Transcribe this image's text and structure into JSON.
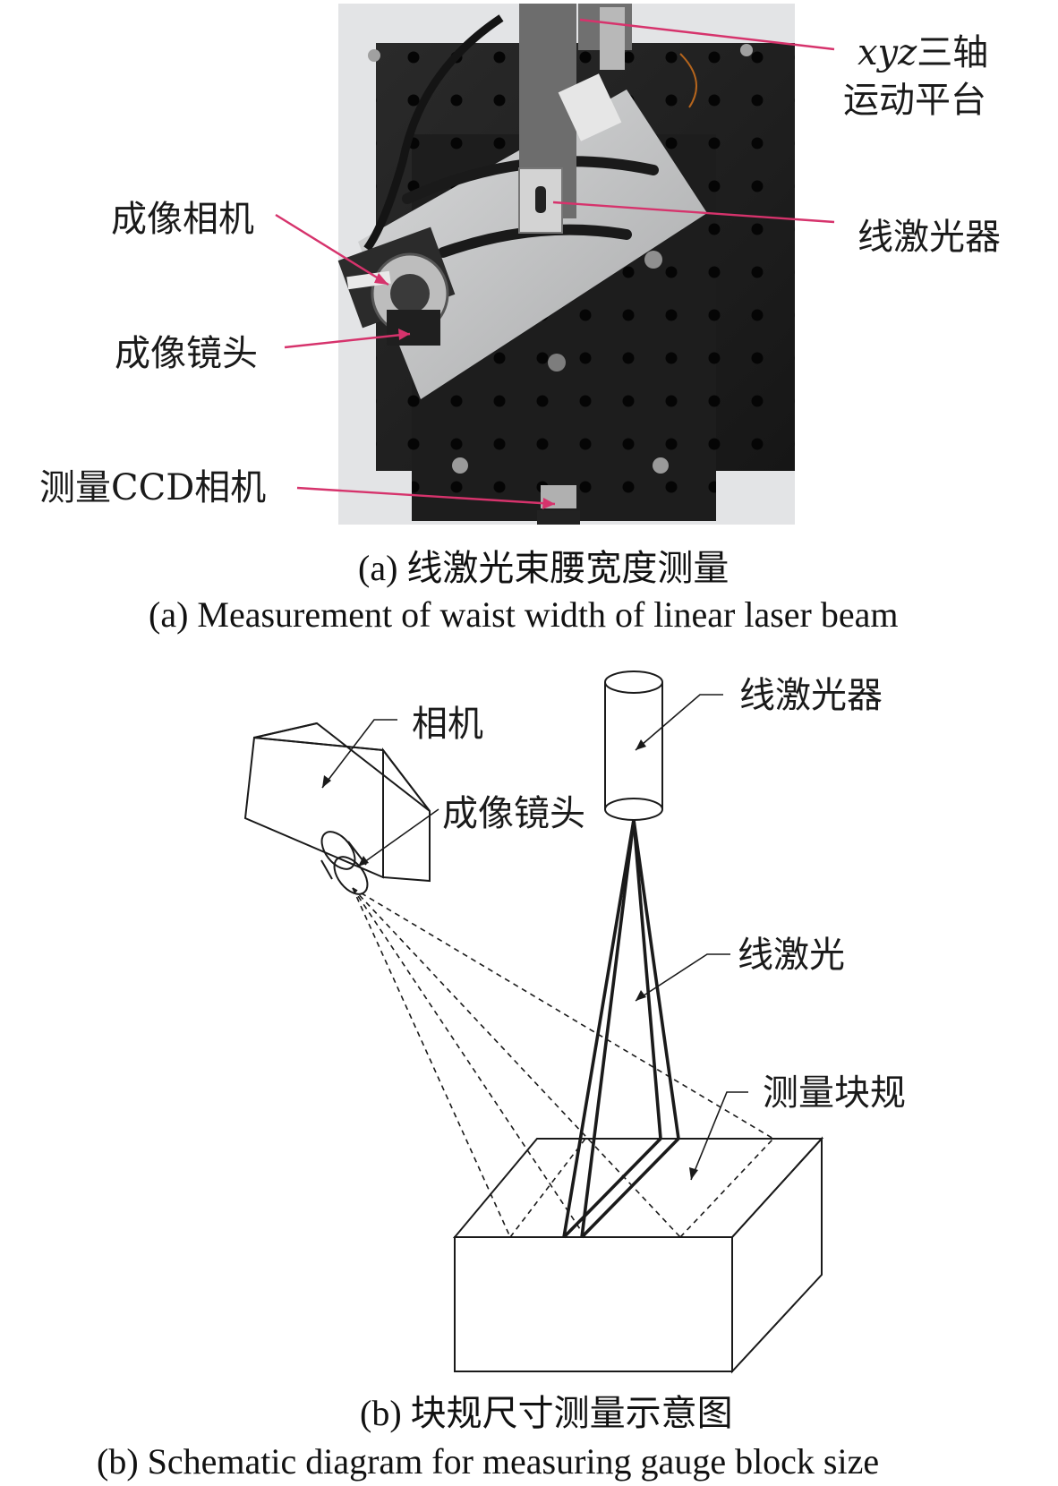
{
  "panel_a": {
    "labels": {
      "stage_axes": "xyz",
      "stage_suffix": "三轴",
      "stage_line2": "运动平台",
      "imaging_camera": "成像相机",
      "line_laser": "线激光器",
      "imaging_lens": "成像镜头",
      "ccd_camera": "测量CCD相机"
    },
    "caption_cn": "(a) 线激光束腰宽度测量",
    "caption_en": "(a) Measurement of waist width of linear laser beam"
  },
  "panel_b": {
    "labels": {
      "camera": "相机",
      "line_laser_device": "线激光器",
      "imaging_lens": "成像镜头",
      "line_laser": "线激光",
      "gauge_block": "测量块规"
    },
    "caption_cn": "(b) 块规尺寸测量示意图",
    "caption_en": "(b) Schematic diagram for measuring gauge block size"
  },
  "colors": {
    "leader_red": "#d6336c",
    "plate_black": "#1e1e1e",
    "mount_silver": "#c9cacb"
  }
}
